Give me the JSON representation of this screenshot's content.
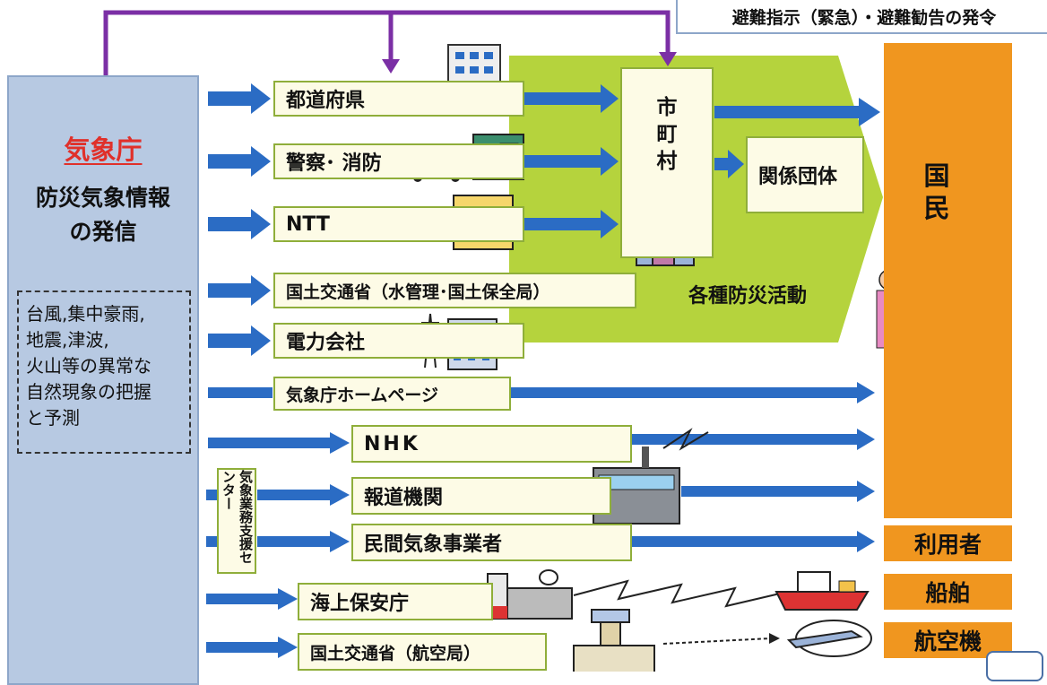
{
  "header": {
    "callout": "避難指示（緊急）・避難勧告の発令"
  },
  "source": {
    "name": "気象庁",
    "info": [
      "防災気象情報",
      "の発信"
    ],
    "phenomena": [
      "台風,集中豪雨,",
      "地震,津波,",
      "火山等の異常な",
      "自然現象の把握",
      "と予測"
    ]
  },
  "orgs": {
    "prefecture": "都道府県",
    "police_fire": "警察･ 消防",
    "ntt": "NTT",
    "mlit_water": "国土交通省（水管理･国土保全局）",
    "power": "電力会社",
    "homepage": "気象庁ホームページ",
    "nhk": "NHK",
    "press": "報道機関",
    "private_weather": "民間気象事業者",
    "coast_guard": "海上保安庁",
    "mlit_air": "国土交通省（航空局）",
    "support_center": "気象業務支援センター"
  },
  "municipal": {
    "name": [
      "市",
      "町",
      "村"
    ],
    "related": "関係団体",
    "activity": "各種防災活動"
  },
  "recipients": {
    "citizens": [
      "国",
      "民"
    ],
    "users": "利用者",
    "ships": "船舶",
    "aircraft": "航空機"
  },
  "colors": {
    "arrow": "#2b6cc4",
    "purple": "#7b2fa5",
    "green": "#b5d33d",
    "orange": "#f0961f",
    "panel": "#b7c9e2",
    "jma_red": "#e0302a"
  },
  "icons": [
    "building-icon",
    "police-car-icon",
    "fire-station-icon",
    "office-icon",
    "tower-icon",
    "broadcast-icon",
    "ship-icon",
    "airplane-icon",
    "people-icon",
    "city-hall-icon",
    "satellite-icon",
    "control-tower-icon"
  ]
}
